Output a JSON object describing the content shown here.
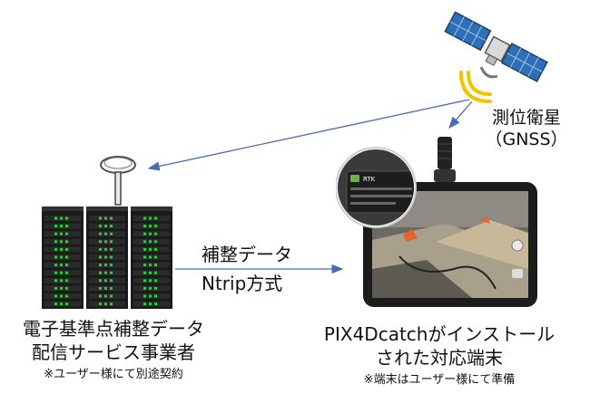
{
  "satellite": {
    "line1": "測位衛星",
    "line2": "（GNSS）"
  },
  "connection": {
    "line1": "補整データ",
    "line2": "Ntrip方式"
  },
  "provider": {
    "line1": "電子基準点補整データ",
    "line2": "配信サービス事業者",
    "note": "※ユーザー様にて別途契約"
  },
  "device": {
    "line1": "PIX4Dcatchがインストール",
    "line2": "された対応端末",
    "note": "※端末はユーザー様にて準備",
    "app_badge": "RTK"
  },
  "colors": {
    "arrow": "#4a6bb0",
    "signal": "#f2c400",
    "panel": "#2f6fb5",
    "server_led": "#2ecc40"
  },
  "icons": [
    "satellite-icon",
    "antenna-icon",
    "server-rack-icon",
    "tablet-device-icon",
    "gnss-receiver-icon"
  ]
}
